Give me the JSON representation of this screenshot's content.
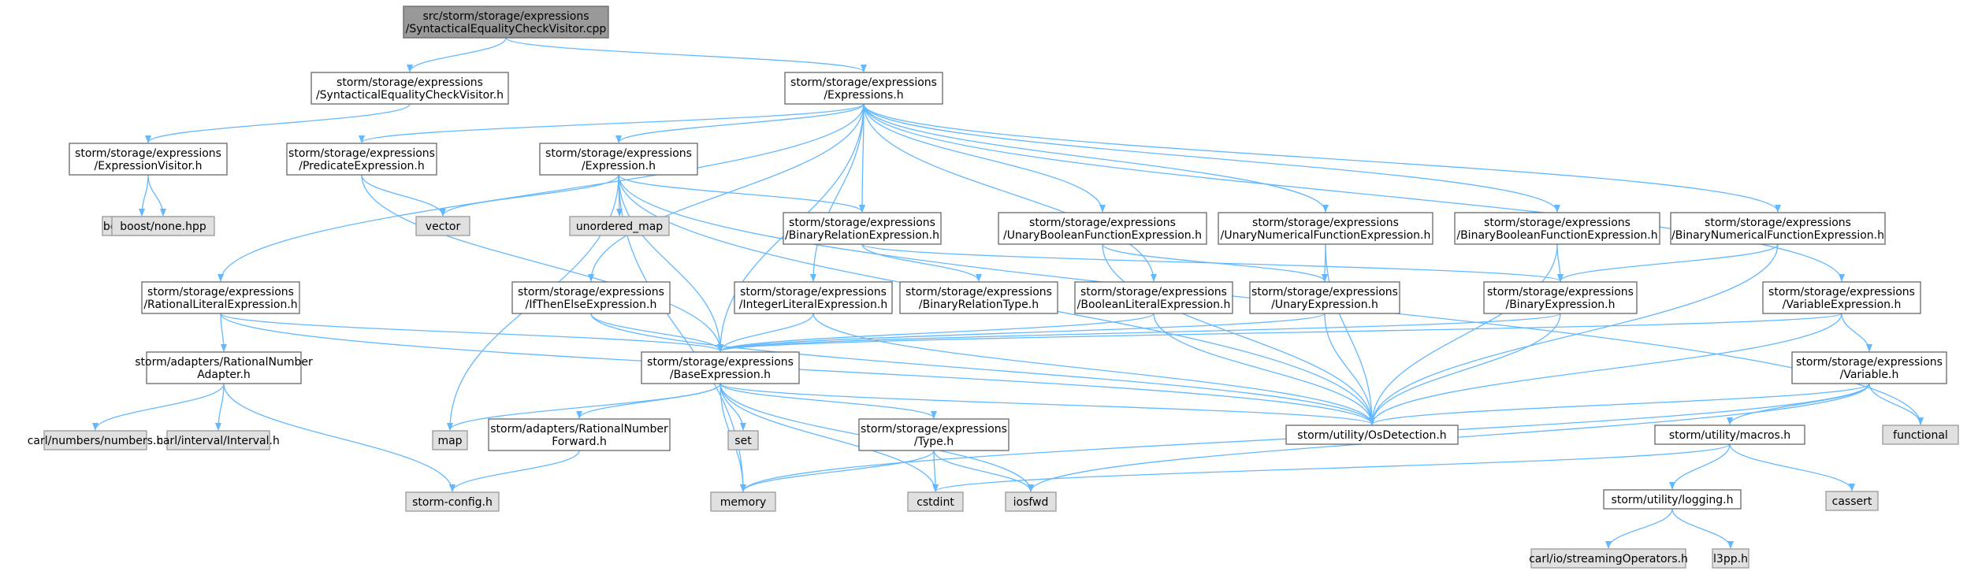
{
  "colors": {
    "edge": "#63b8ff",
    "root_fill": "#999999",
    "node_fill": "#ffffff",
    "external_fill": "#e0e0e0",
    "node_border": "#666666"
  },
  "nodes": [
    {
      "id": "root",
      "kind": "root",
      "lines": [
        "src/storm/storage/expressions",
        "/SyntacticalEqualityCheckVisitor.cpp"
      ]
    },
    {
      "id": "secvh",
      "kind": "normal",
      "lines": [
        "storm/storage/expressions",
        "/SyntacticalEqualityCheckVisitor.h"
      ]
    },
    {
      "id": "exprs",
      "kind": "normal",
      "lines": [
        "storm/storage/expressions",
        "/Expressions.h"
      ]
    },
    {
      "id": "expvis",
      "kind": "normal",
      "lines": [
        "storm/storage/expressions",
        "/ExpressionVisitor.h"
      ]
    },
    {
      "id": "boostany",
      "kind": "external",
      "lines": [
        "boost/any.hpp"
      ]
    },
    {
      "id": "boostnone",
      "kind": "external",
      "lines": [
        "boost/none.hpp"
      ]
    },
    {
      "id": "predexp",
      "kind": "normal",
      "lines": [
        "storm/storage/expressions",
        "/PredicateExpression.h"
      ]
    },
    {
      "id": "expr",
      "kind": "normal",
      "lines": [
        "storm/storage/expressions",
        "/Expression.h"
      ]
    },
    {
      "id": "vector",
      "kind": "external",
      "lines": [
        "vector"
      ]
    },
    {
      "id": "umap",
      "kind": "external",
      "lines": [
        "unordered_map"
      ]
    },
    {
      "id": "binrel",
      "kind": "normal",
      "lines": [
        "storm/storage/expressions",
        "/BinaryRelationExpression.h"
      ]
    },
    {
      "id": "ubf",
      "kind": "normal",
      "lines": [
        "storm/storage/expressions",
        "/UnaryBooleanFunctionExpression.h"
      ]
    },
    {
      "id": "unf",
      "kind": "normal",
      "lines": [
        "storm/storage/expressions",
        "/UnaryNumericalFunctionExpression.h"
      ]
    },
    {
      "id": "bbf",
      "kind": "normal",
      "lines": [
        "storm/storage/expressions",
        "/BinaryBooleanFunctionExpression.h"
      ]
    },
    {
      "id": "bnf",
      "kind": "normal",
      "lines": [
        "storm/storage/expressions",
        "/BinaryNumericalFunctionExpression.h"
      ]
    },
    {
      "id": "ratlit",
      "kind": "normal",
      "lines": [
        "storm/storage/expressions",
        "/RationalLiteralExpression.h"
      ]
    },
    {
      "id": "ite",
      "kind": "normal",
      "lines": [
        "storm/storage/expressions",
        "/IfThenElseExpression.h"
      ]
    },
    {
      "id": "intlit",
      "kind": "normal",
      "lines": [
        "storm/storage/expressions",
        "/IntegerLiteralExpression.h"
      ]
    },
    {
      "id": "binreltype",
      "kind": "normal",
      "lines": [
        "storm/storage/expressions",
        "/BinaryRelationType.h"
      ]
    },
    {
      "id": "boollit",
      "kind": "normal",
      "lines": [
        "storm/storage/expressions",
        "/BooleanLiteralExpression.h"
      ]
    },
    {
      "id": "unexp",
      "kind": "normal",
      "lines": [
        "storm/storage/expressions",
        "/UnaryExpression.h"
      ]
    },
    {
      "id": "binexp",
      "kind": "normal",
      "lines": [
        "storm/storage/expressions",
        "/BinaryExpression.h"
      ]
    },
    {
      "id": "varexp",
      "kind": "normal",
      "lines": [
        "storm/storage/expressions",
        "/VariableExpression.h"
      ]
    },
    {
      "id": "ratnum",
      "kind": "normal",
      "lines": [
        "storm/adapters/RationalNumber",
        "Adapter.h"
      ]
    },
    {
      "id": "baseexp",
      "kind": "normal",
      "lines": [
        "storm/storage/expressions",
        "/BaseExpression.h"
      ]
    },
    {
      "id": "var",
      "kind": "normal",
      "lines": [
        "storm/storage/expressions",
        "/Variable.h"
      ]
    },
    {
      "id": "carlnum",
      "kind": "external",
      "lines": [
        "carl/numbers/numbers.h"
      ]
    },
    {
      "id": "carlint",
      "kind": "external",
      "lines": [
        "carl/interval/Interval.h"
      ]
    },
    {
      "id": "map",
      "kind": "external",
      "lines": [
        "map"
      ]
    },
    {
      "id": "ratfwd",
      "kind": "normal",
      "lines": [
        "storm/adapters/RationalNumber",
        "Forward.h"
      ]
    },
    {
      "id": "set",
      "kind": "external",
      "lines": [
        "set"
      ]
    },
    {
      "id": "type",
      "kind": "normal",
      "lines": [
        "storm/storage/expressions",
        "/Type.h"
      ]
    },
    {
      "id": "osdet",
      "kind": "normal",
      "lines": [
        "storm/utility/OsDetection.h"
      ]
    },
    {
      "id": "macros",
      "kind": "normal",
      "lines": [
        "storm/utility/macros.h"
      ]
    },
    {
      "id": "functional",
      "kind": "external",
      "lines": [
        "functional"
      ]
    },
    {
      "id": "stormcfg",
      "kind": "external",
      "lines": [
        "storm-config.h"
      ]
    },
    {
      "id": "memory",
      "kind": "external",
      "lines": [
        "memory"
      ]
    },
    {
      "id": "cstdint",
      "kind": "external",
      "lines": [
        "cstdint"
      ]
    },
    {
      "id": "iosfwd",
      "kind": "external",
      "lines": [
        "iosfwd"
      ]
    },
    {
      "id": "cassert",
      "kind": "external",
      "lines": [
        "cassert"
      ]
    },
    {
      "id": "logging",
      "kind": "normal",
      "lines": [
        "storm/utility/logging.h"
      ]
    },
    {
      "id": "carlio",
      "kind": "external",
      "lines": [
        "carl/io/streamingOperators.h"
      ]
    },
    {
      "id": "l3pp",
      "kind": "external",
      "lines": [
        "l3pp.h"
      ]
    }
  ],
  "edges": [
    [
      "root",
      "secvh"
    ],
    [
      "root",
      "exprs"
    ],
    [
      "secvh",
      "expvis"
    ],
    [
      "expvis",
      "boostany"
    ],
    [
      "expvis",
      "boostnone"
    ],
    [
      "exprs",
      "predexp"
    ],
    [
      "exprs",
      "expr"
    ],
    [
      "exprs",
      "binrel"
    ],
    [
      "exprs",
      "ubf"
    ],
    [
      "exprs",
      "unf"
    ],
    [
      "exprs",
      "bbf"
    ],
    [
      "exprs",
      "bnf"
    ],
    [
      "exprs",
      "ratlit"
    ],
    [
      "exprs",
      "ite"
    ],
    [
      "exprs",
      "intlit"
    ],
    [
      "exprs",
      "boollit"
    ],
    [
      "exprs",
      "varexp"
    ],
    [
      "exprs",
      "baseexp"
    ],
    [
      "predexp",
      "vector"
    ],
    [
      "predexp",
      "baseexp"
    ],
    [
      "expr",
      "vector"
    ],
    [
      "expr",
      "umap"
    ],
    [
      "expr",
      "binrel"
    ],
    [
      "expr",
      "baseexp"
    ],
    [
      "expr",
      "map"
    ],
    [
      "expr",
      "memory"
    ],
    [
      "expr",
      "osdet"
    ],
    [
      "expr",
      "functional"
    ],
    [
      "binrel",
      "binreltype"
    ],
    [
      "binrel",
      "binexp"
    ],
    [
      "ubf",
      "unexp"
    ],
    [
      "ubf",
      "osdet"
    ],
    [
      "unf",
      "unexp"
    ],
    [
      "unf",
      "osdet"
    ],
    [
      "bbf",
      "binexp"
    ],
    [
      "bbf",
      "osdet"
    ],
    [
      "bnf",
      "binexp"
    ],
    [
      "bnf",
      "osdet"
    ],
    [
      "ratlit",
      "ratnum"
    ],
    [
      "ratlit",
      "baseexp"
    ],
    [
      "ratlit",
      "osdet"
    ],
    [
      "ite",
      "baseexp"
    ],
    [
      "ite",
      "osdet"
    ],
    [
      "intlit",
      "baseexp"
    ],
    [
      "intlit",
      "osdet"
    ],
    [
      "boollit",
      "baseexp"
    ],
    [
      "boollit",
      "osdet"
    ],
    [
      "unexp",
      "baseexp"
    ],
    [
      "unexp",
      "osdet"
    ],
    [
      "binexp",
      "baseexp"
    ],
    [
      "binexp",
      "osdet"
    ],
    [
      "varexp",
      "baseexp"
    ],
    [
      "varexp",
      "var"
    ],
    [
      "varexp",
      "osdet"
    ],
    [
      "ratnum",
      "carlnum"
    ],
    [
      "ratnum",
      "carlint"
    ],
    [
      "ratnum",
      "stormcfg"
    ],
    [
      "baseexp",
      "map"
    ],
    [
      "baseexp",
      "ratfwd"
    ],
    [
      "baseexp",
      "set"
    ],
    [
      "baseexp",
      "type"
    ],
    [
      "baseexp",
      "memory"
    ],
    [
      "baseexp",
      "cstdint"
    ],
    [
      "baseexp",
      "iosfwd"
    ],
    [
      "baseexp",
      "osdet"
    ],
    [
      "ratfwd",
      "stormcfg"
    ],
    [
      "type",
      "memory"
    ],
    [
      "type",
      "cstdint"
    ],
    [
      "type",
      "iosfwd"
    ],
    [
      "var",
      "memory"
    ],
    [
      "var",
      "iosfwd"
    ],
    [
      "var",
      "osdet"
    ],
    [
      "var",
      "macros"
    ],
    [
      "var",
      "functional"
    ],
    [
      "macros",
      "cstdint"
    ],
    [
      "macros",
      "cassert"
    ],
    [
      "macros",
      "logging"
    ],
    [
      "logging",
      "carlio"
    ],
    [
      "logging",
      "l3pp"
    ]
  ]
}
